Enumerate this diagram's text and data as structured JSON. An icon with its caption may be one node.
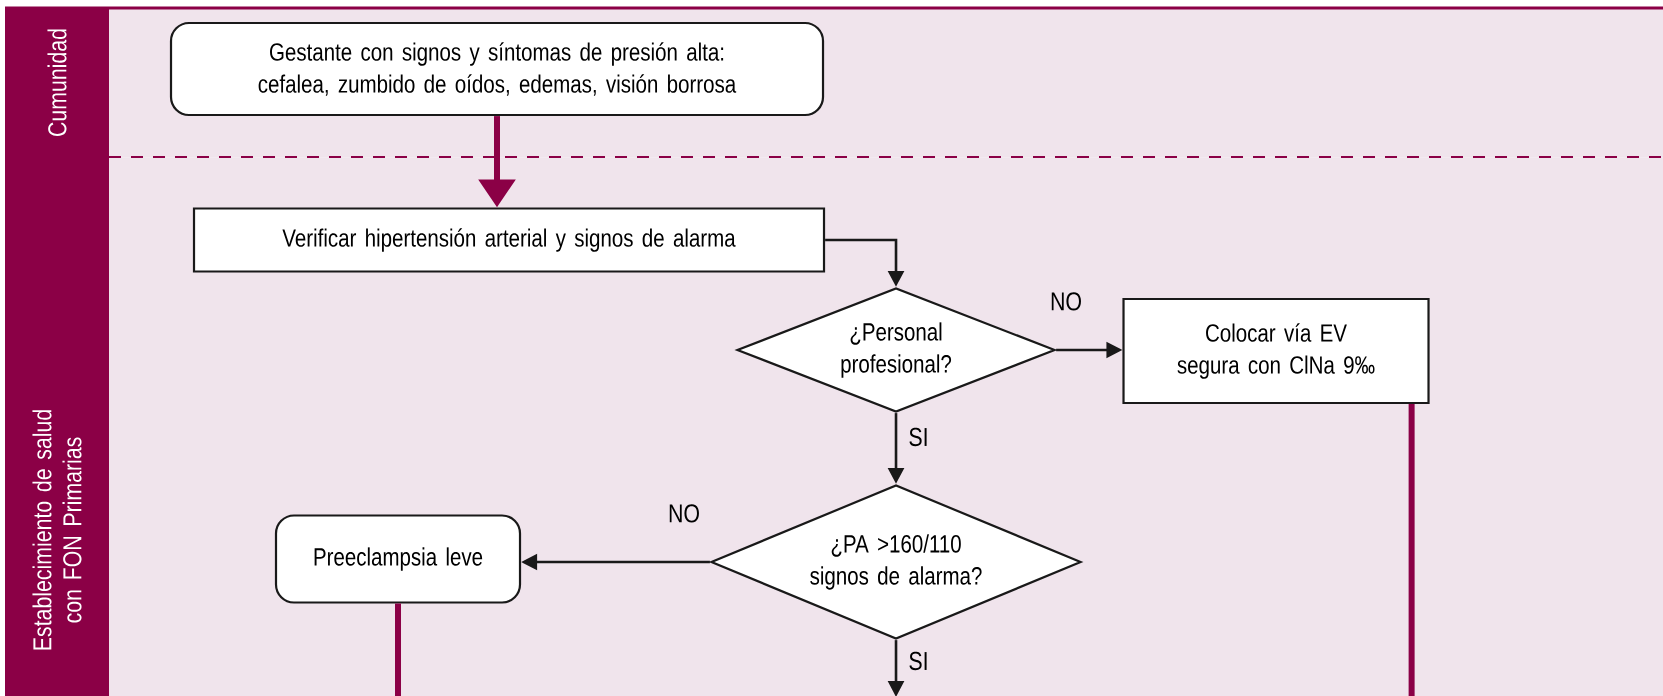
{
  "diagram": {
    "nodes": [
      {
        "text": [
          "Cumunidad"
        ]
      },
      {
        "text": [
          "Establecimiento de salud con FON Primarias"
        ]
      },
      {
        "text": [
          "Gestante con signos y síntomas de presión alta: cefalea, zumbido de oídos, edemas, visión borrosa"
        ],
        "in": 0
      },
      {
        "text": [
          "Verificar hipertensión arterial y signos de alarma"
        ],
        "in": 1
      },
      {
        "text": [
          "¿Personal profesional?"
        ],
        "in": 1
      },
      {
        "text": [
          "Colocar vía EV segura con ClNa 9‰"
        ],
        "in": 1
      },
      {
        "text": [
          "¿PA >160/110 signos de alarma?"
        ],
        "in": 1
      },
      {
        "text": [
          "Preeclampsia leve"
        ],
        "in": 1
      }
    ],
    "edges": [
      {
        "from": 2,
        "to": 3,
        "arrow": "to",
        "style": "thick",
        "color": "#8b0046"
      },
      {
        "from": 3,
        "to": 4,
        "arrow": "to"
      },
      {
        "from": 4,
        "to": 5,
        "arrow": "to",
        "label": "NO"
      },
      {
        "from": 4,
        "to": 6,
        "arrow": "to",
        "label": "SI"
      },
      {
        "from": 6,
        "to": 7,
        "arrow": "to",
        "label": "NO"
      },
      {
        "from": 6,
        "to": null,
        "arrow": "to",
        "label": "SI"
      },
      {
        "from": 7,
        "to": null,
        "arrow": "none",
        "style": "thick",
        "color": "#8b0046"
      },
      {
        "from": 5,
        "to": null,
        "arrow": "none",
        "style": "thick",
        "color": "#8b0046"
      }
    ]
  }
}
